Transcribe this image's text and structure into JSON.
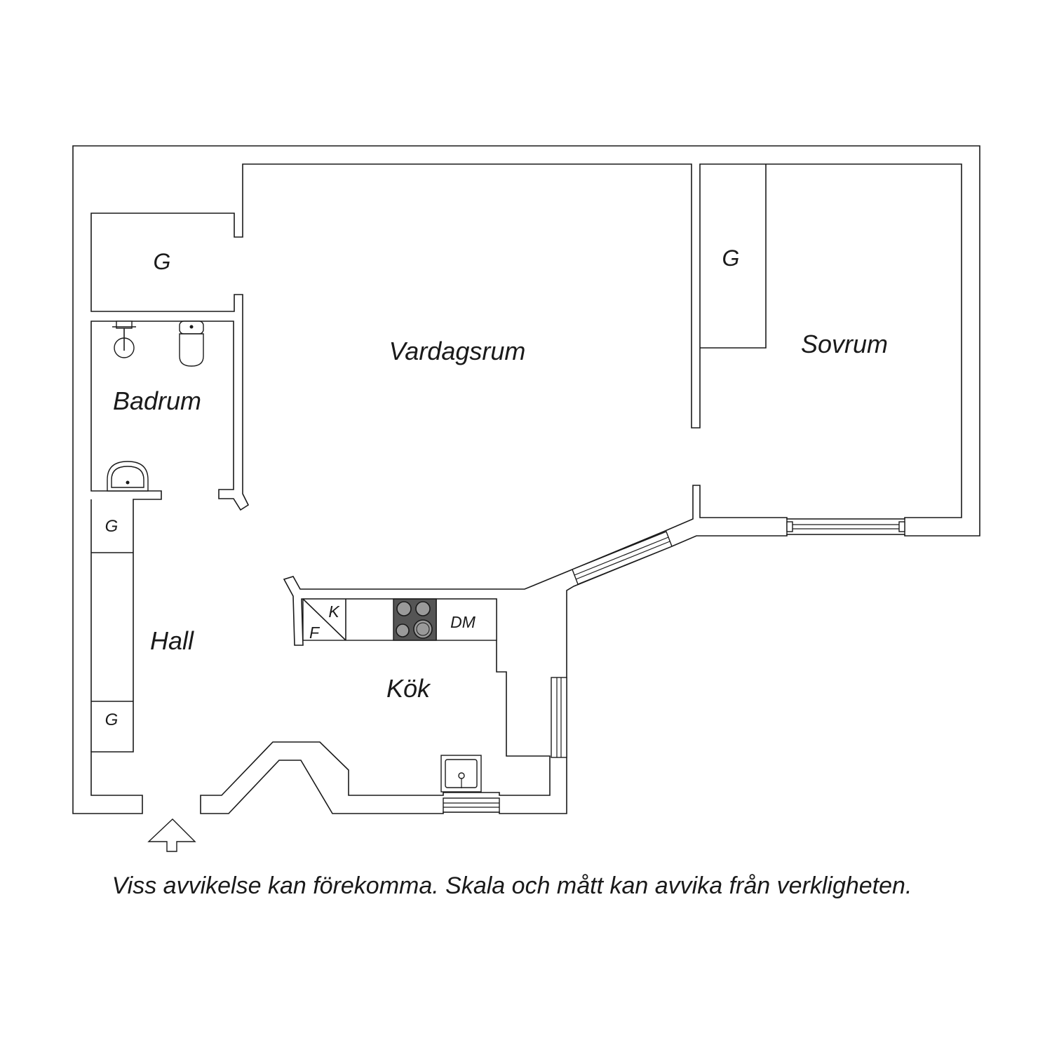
{
  "rooms": {
    "vardagsrum": "Vardagsrum",
    "sovrum": "Sovrum",
    "badrum": "Badrum",
    "hall": "Hall",
    "kok": "Kök"
  },
  "storage": {
    "hall_top": "G",
    "sovrum": "G",
    "hall_upper": "G",
    "hall_lower": "G"
  },
  "appliances": {
    "kyl": "K",
    "frys": "F",
    "diskmaskin": "DM"
  },
  "disclaimer": "Viss avvikelse kan förekomma. Skala och mått kan avvika från verkligheten.",
  "colors": {
    "wall": "#1a1a1a",
    "background": "#ffffff",
    "stove": "#555555"
  }
}
